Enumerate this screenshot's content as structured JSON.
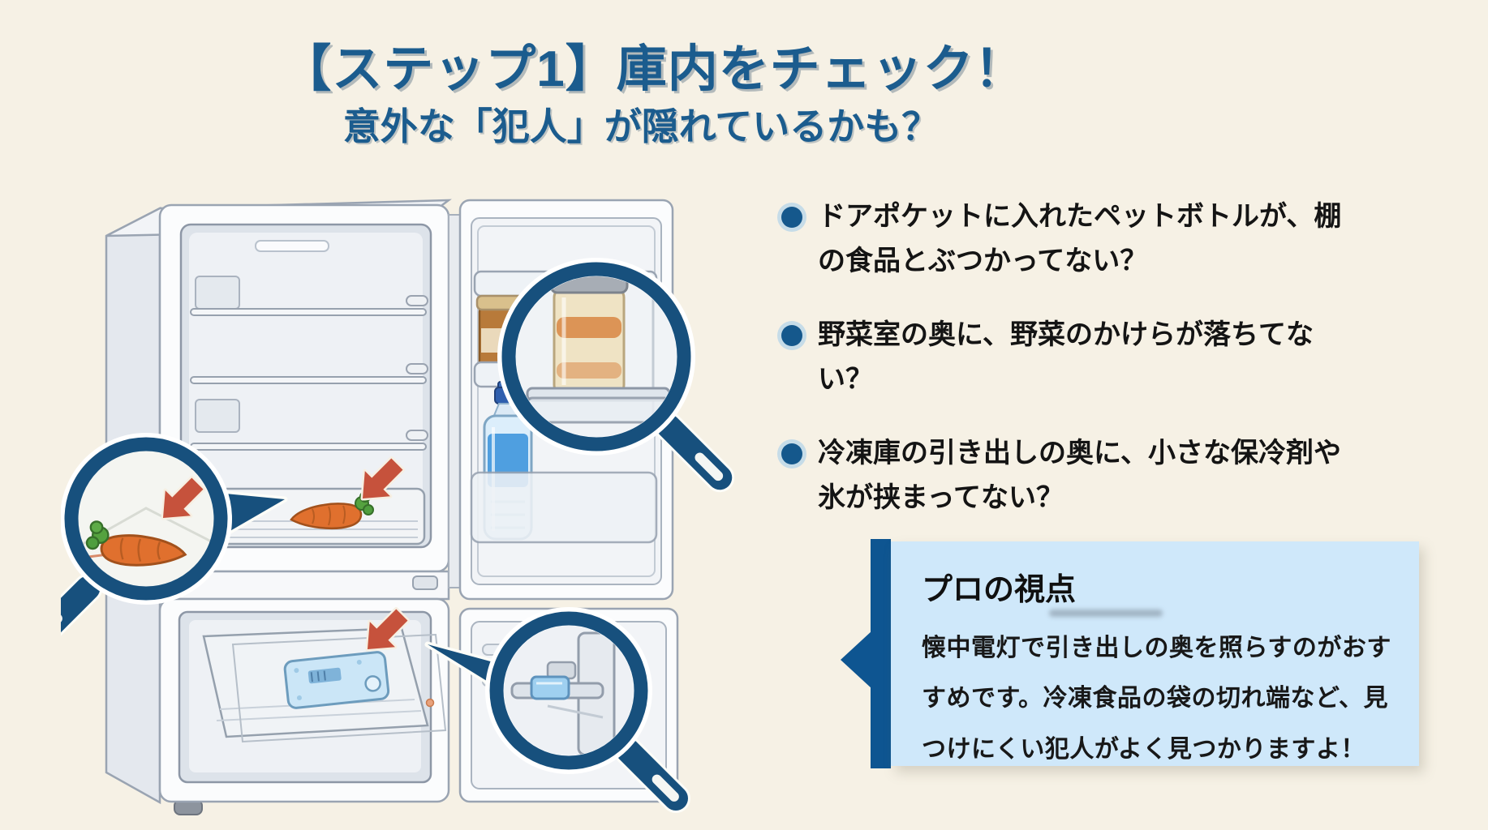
{
  "header": {
    "title": "【ステップ1】庫内をチェック！",
    "subtitle": "意外な「犯人」が隠れているかも？"
  },
  "checklist": [
    {
      "text": "ドアポケットに入れたペットボトルが、棚の食品とぶつかってない？"
    },
    {
      "text": "野菜室の奥に、野菜のかけらが落ちてない？"
    },
    {
      "text": "冷凍庫の引き出しの奥に、小さな保冷剤や氷が挟まってない？"
    }
  ],
  "callout": {
    "heading": "プロの視点",
    "body": "懐中電灯で引き出しの奥を照らすのがおすすめです。冷凍食品の袋の切れ端など、見つけにくい犯人がよく見つかりますよ！"
  },
  "icons": {
    "magnifier": "magnifier-icon (navy ring with handle, drawn as SVG)",
    "red_arrow": "red-arrow-icon (brick-red bent arrow with cream outline)",
    "bullet": "bullet-dot-icon (navy circle)"
  },
  "colors": {
    "background": "#f6f1e5",
    "heading_blue": "#1b5c8e",
    "bullet_dot": "#15588c",
    "callout_background": "#cfe8fa",
    "callout_accent": "#0e5591",
    "magnifier_navy": "#17507d",
    "arrow_red": "#c6523c",
    "carrot_orange": "#e0702e",
    "bottle_blue": "#4f9fe0",
    "ice_pack_blue": "#cbe6f7"
  }
}
